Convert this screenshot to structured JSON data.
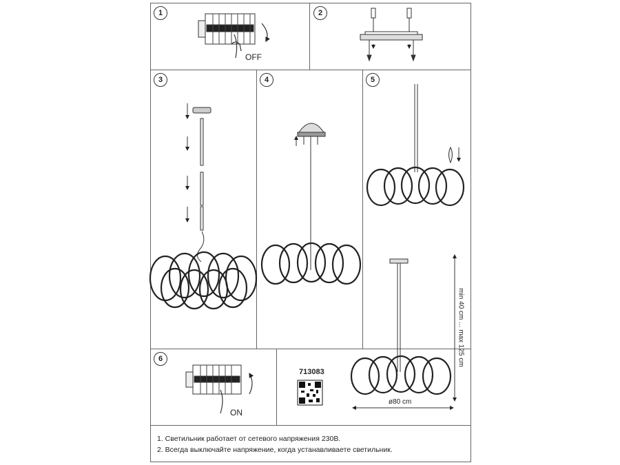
{
  "steps": [
    "1",
    "2",
    "3",
    "4",
    "5",
    "6"
  ],
  "switch_off_label": "OFF",
  "switch_on_label": "ON",
  "product_code": "713083",
  "height_range_label": "min 40 cm ... max 125 cm",
  "diameter_label": "ø80 cm",
  "notes": [
    "1. Светильник работает от сетевого напряжения 230В.",
    "2. Всегда выключайте напряжение, когда устанавливаете светильник."
  ]
}
